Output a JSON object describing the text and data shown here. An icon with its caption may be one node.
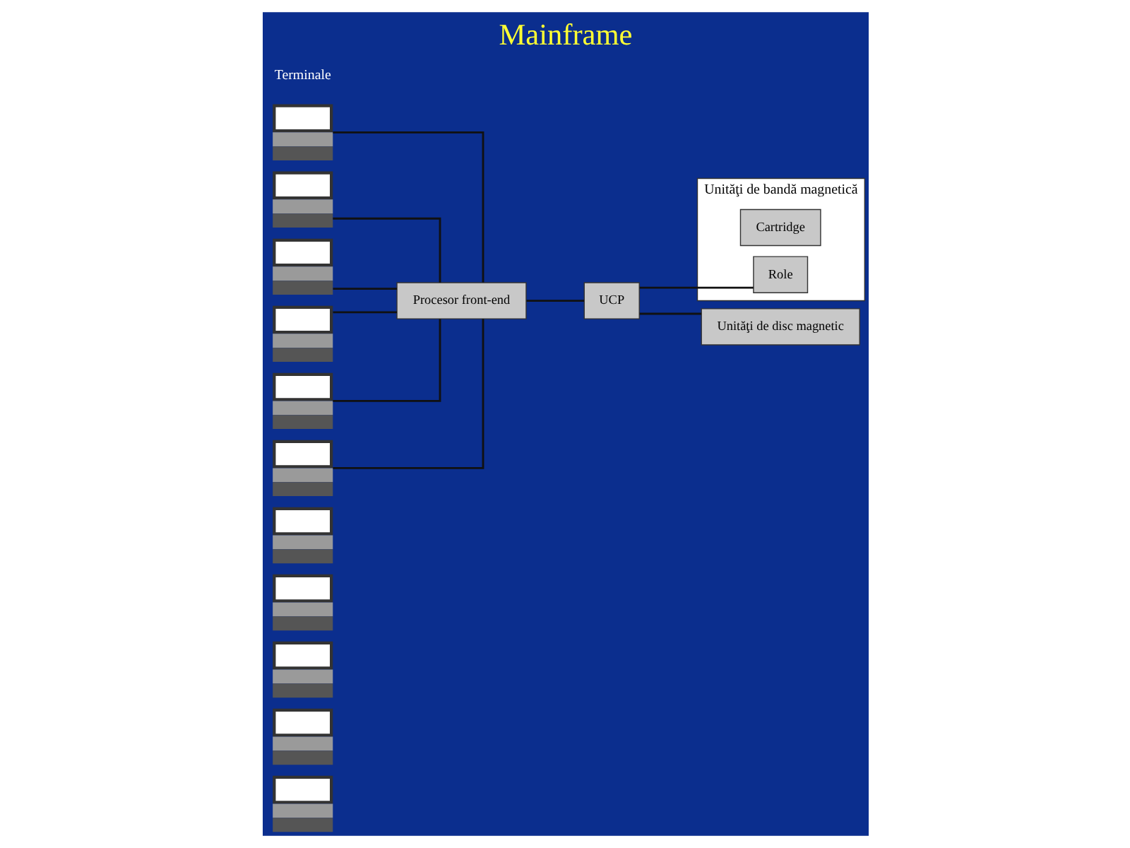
{
  "diagram": {
    "title": "Mainframe",
    "nodes": [
      {
        "text": [],
        "shape": "picture"
      },
      {
        "text": [],
        "shape": "picture"
      },
      {
        "text": [],
        "shape": "picture"
      },
      {
        "text": [],
        "shape": "picture"
      },
      {
        "text": [],
        "shape": "picture"
      },
      {
        "text": [],
        "shape": "picture"
      },
      {
        "text": [],
        "shape": "picture"
      },
      {
        "text": [],
        "shape": "picture"
      },
      {
        "text": [],
        "shape": "picture"
      },
      {
        "text": [],
        "shape": "picture"
      },
      {
        "text": [],
        "shape": "picture"
      },
      {
        "text": [
          "Procesor front-end"
        ]
      },
      {
        "text": [
          "UCP"
        ]
      },
      {
        "text": [
          "Unităţi de bandă magnetică"
        ]
      },
      {
        "text": [
          "Cartridge"
        ],
        "in": 13
      },
      {
        "text": [
          "Role"
        ],
        "in": 13
      },
      {
        "text": [
          "Unităţi de disc magnetic"
        ]
      }
    ],
    "edges": [
      {
        "from": 5,
        "to": 11,
        "arrow": "none"
      },
      {
        "from": 6,
        "to": 11,
        "arrow": "none"
      },
      {
        "from": 7,
        "to": 11,
        "arrow": "none"
      },
      {
        "from": 8,
        "to": 11,
        "arrow": "none"
      },
      {
        "from": 9,
        "to": 11,
        "arrow": "none"
      },
      {
        "from": 10,
        "to": 11,
        "arrow": "none"
      },
      {
        "from": 11,
        "to": 12,
        "arrow": "none"
      },
      {
        "from": 12,
        "to": 15,
        "arrow": "none"
      },
      {
        "from": 12,
        "to": 16,
        "arrow": "none"
      }
    ],
    "labels": [
      "Terminale"
    ]
  }
}
